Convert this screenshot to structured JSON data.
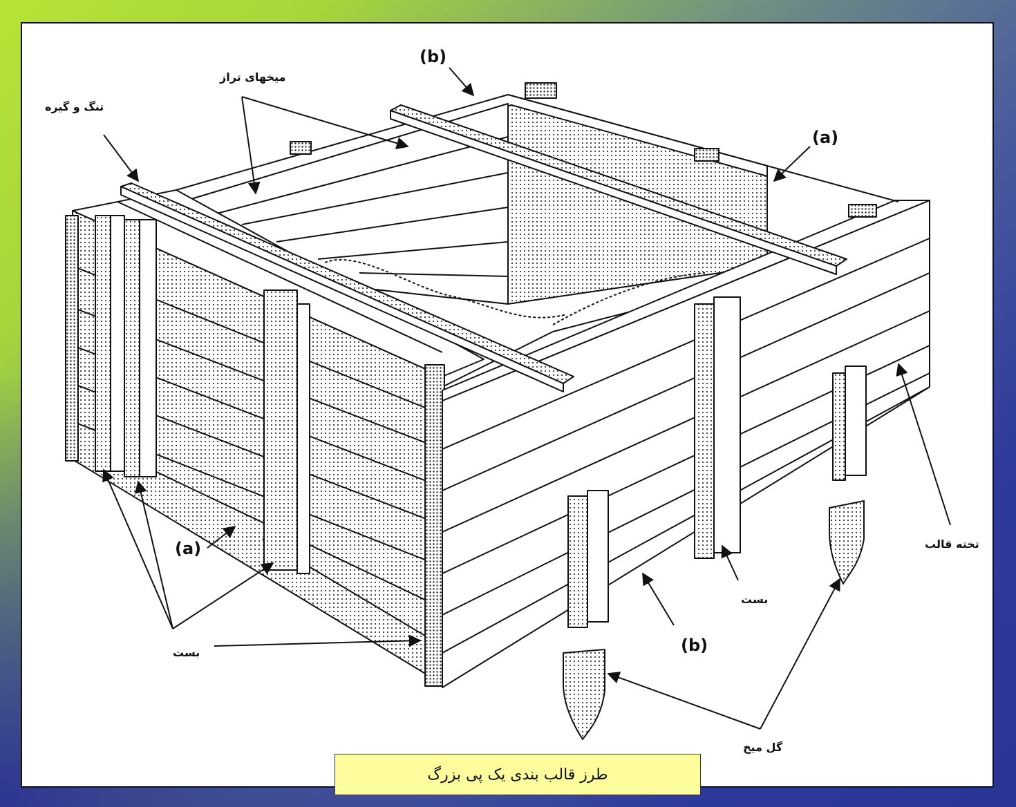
{
  "labels": {
    "top_left": "تنگ و گیره",
    "top_mid": "میخهای تراز",
    "left_bast": "بست",
    "mid_bast": "بست",
    "right_board": "تخته قالب",
    "bottom_nail": "گل میخ",
    "b_top": "(b)",
    "a_top_right": "(a)",
    "a_left": "(a)",
    "b_bottom": "(b)"
  },
  "caption": "طرز قالب بندی یک پی بزرگ",
  "colors": {
    "frame_bg": "#ffffff",
    "caption_bg": "#fdfd9e",
    "gradient_green": "#b6e336",
    "gradient_blue": "#2a3496"
  }
}
